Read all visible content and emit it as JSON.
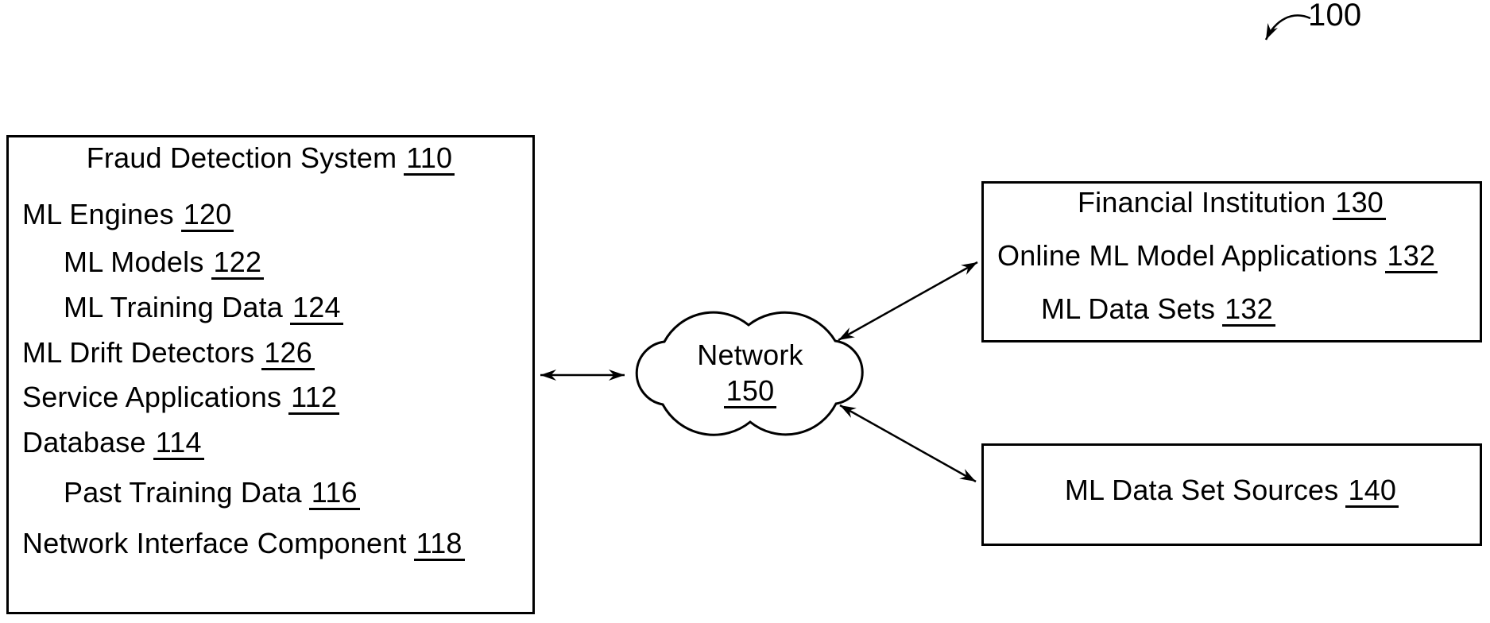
{
  "figure": {
    "ref_label": "100"
  },
  "fraud_box": {
    "title": {
      "label": "Fraud Detection System",
      "ref": "110"
    },
    "items": [
      {
        "label": "ML Engines",
        "ref": "120"
      },
      {
        "label": "ML Models",
        "ref": "122"
      },
      {
        "label": "ML Training Data",
        "ref": "124"
      },
      {
        "label": "ML Drift Detectors",
        "ref": "126"
      },
      {
        "label": "Service Applications",
        "ref": "112"
      },
      {
        "label": "Database",
        "ref": "114"
      },
      {
        "label": "Past Training Data",
        "ref": "116"
      },
      {
        "label": "Network Interface Component",
        "ref": "118"
      }
    ]
  },
  "network_cloud": {
    "label": "Network",
    "ref": "150"
  },
  "financial_box": {
    "title": {
      "label": "Financial Institution",
      "ref": "130"
    },
    "items": [
      {
        "label": "Online ML Model Applications",
        "ref": "132"
      },
      {
        "label": "ML Data Sets",
        "ref": "132"
      }
    ]
  },
  "sources_box": {
    "title": {
      "label": "ML Data Set Sources",
      "ref": "140"
    }
  },
  "colors": {
    "ink": "#000000",
    "background": "#ffffff"
  }
}
